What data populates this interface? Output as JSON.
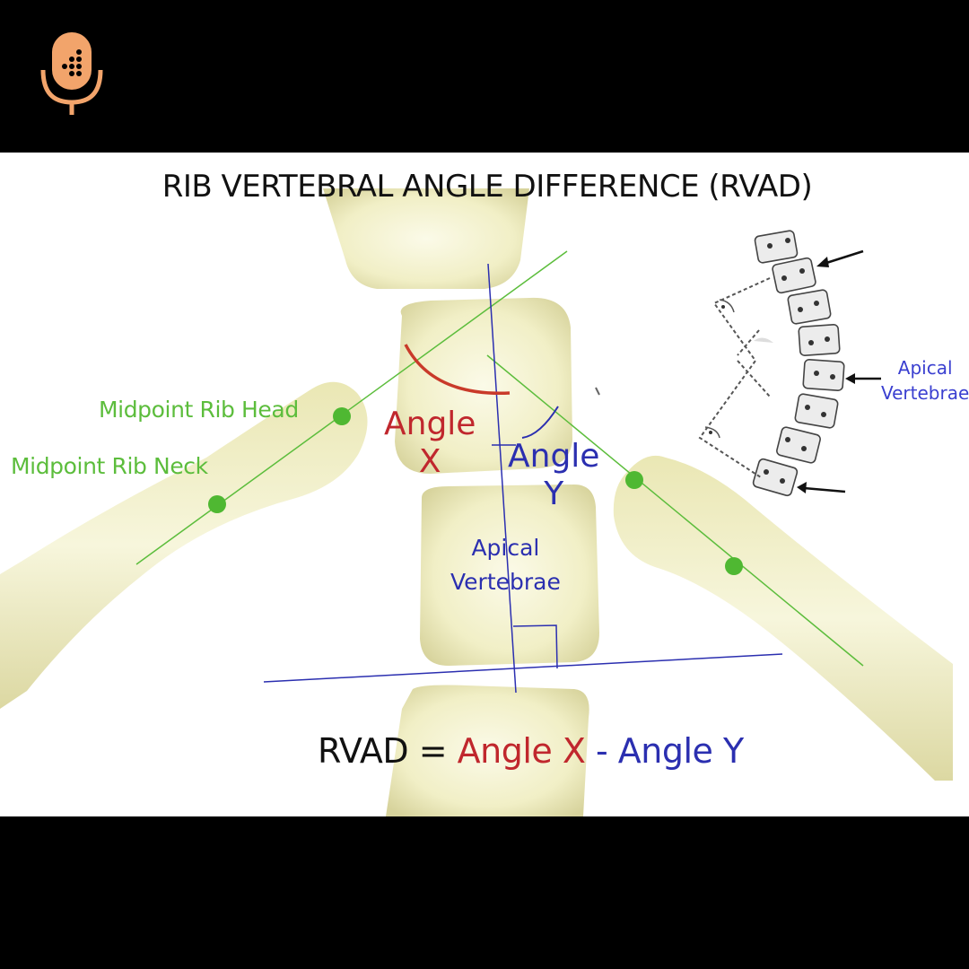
{
  "title": "RIB VERTEBRAL ANGLE DIFFERENCE (RVAD)",
  "labels": {
    "midpoint_rib_head": "Midpoint Rib Head",
    "midpoint_rib_neck": "Midpoint Rib Neck",
    "angle_x_line1": "Angle",
    "angle_x_line2": "X",
    "angle_y_line1": "Angle",
    "angle_y_line2": "Y",
    "apical_line1": "Apical",
    "apical_line2": "Vertebrae",
    "apical_side_line1": "Apical",
    "apical_side_line2": "Vertebrae"
  },
  "formula": {
    "lhs": "RVAD = ",
    "term_x": "Angle X",
    "minus": " - ",
    "term_y": "Angle Y"
  },
  "colors": {
    "bone": "#f2f0c6",
    "bone_shade": "#d9d6a0",
    "rib_line": "#5cbd3c",
    "reference_line": "#2b2fb0",
    "angle_x": "#c0272d",
    "angle_y": "#2b2fb0",
    "logo": "#f2a46b"
  },
  "icons": [
    "podcast-microphone-icon",
    "arrow-left-icon"
  ]
}
